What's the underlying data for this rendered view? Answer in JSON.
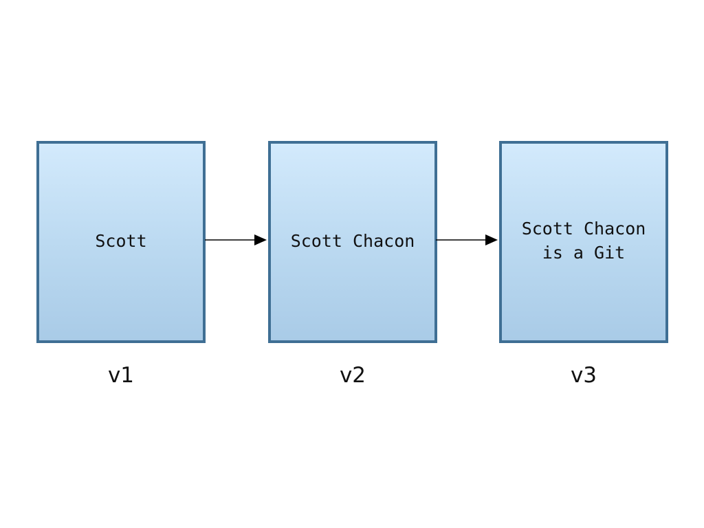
{
  "versions": [
    {
      "label": "v1",
      "content": "Scott"
    },
    {
      "label": "v2",
      "content": "Scott Chacon"
    },
    {
      "label": "v3",
      "content": "Scott Chacon\nis a Git"
    }
  ],
  "colors": {
    "box_border": "#3f6f94",
    "box_fill_top": "#d3eafc",
    "box_fill_bottom": "#a9cbe7",
    "arrow": "#000000",
    "text": "#111111"
  }
}
